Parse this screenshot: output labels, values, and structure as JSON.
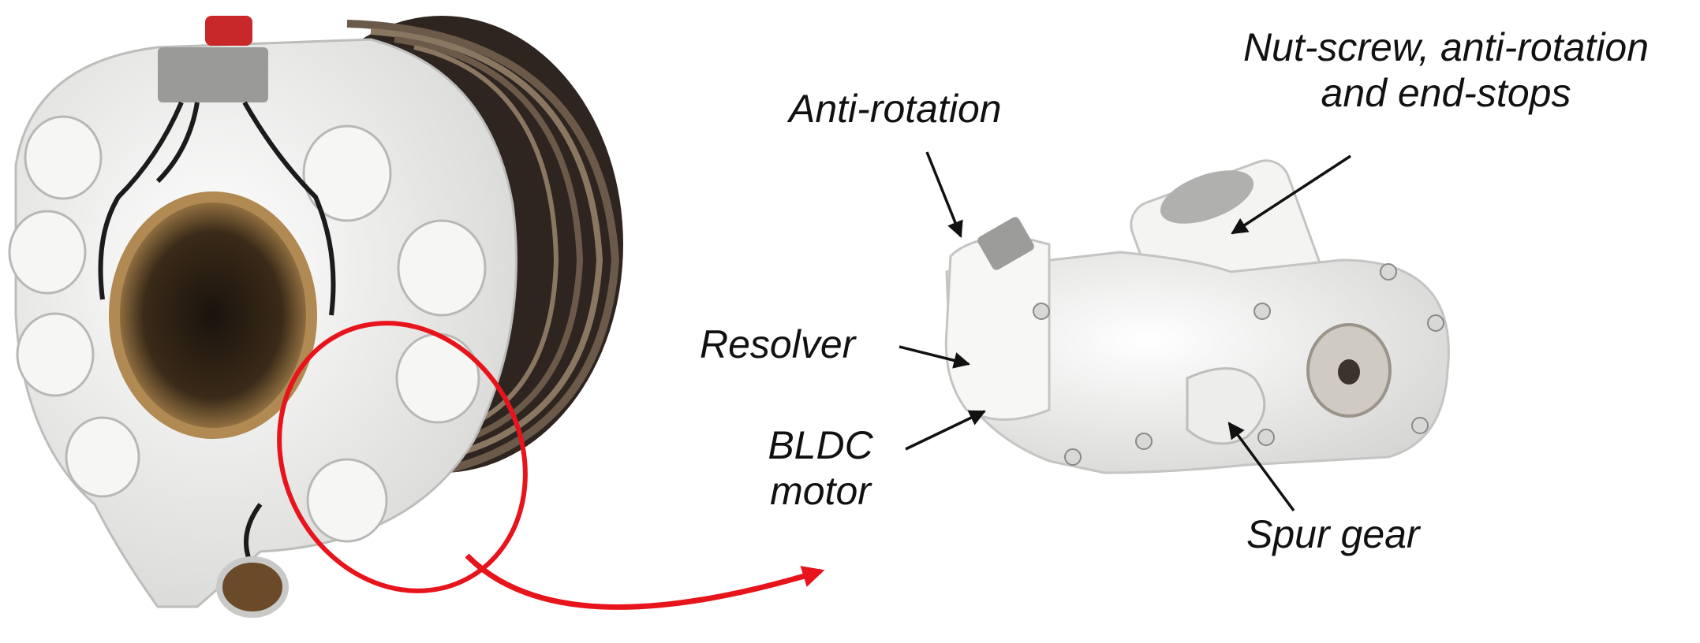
{
  "labels": {
    "anti_rotation": "Anti-rotation",
    "nut_screw_line1": "Nut-screw, anti-rotation",
    "nut_screw_line2": "and end-stops",
    "resolver": "Resolver",
    "bldc_line1": "BLDC",
    "bldc_line2": "motor",
    "spur_gear": "Spur gear"
  },
  "colors": {
    "highlight_ellipse": "#e8141c",
    "callout_arrow": "#e8141c",
    "pointer_arrows": "#111111",
    "actuator_body": "#f2f2f0",
    "disc_stack": "#3a302a",
    "bore_bronze": "#8a6a3c"
  }
}
